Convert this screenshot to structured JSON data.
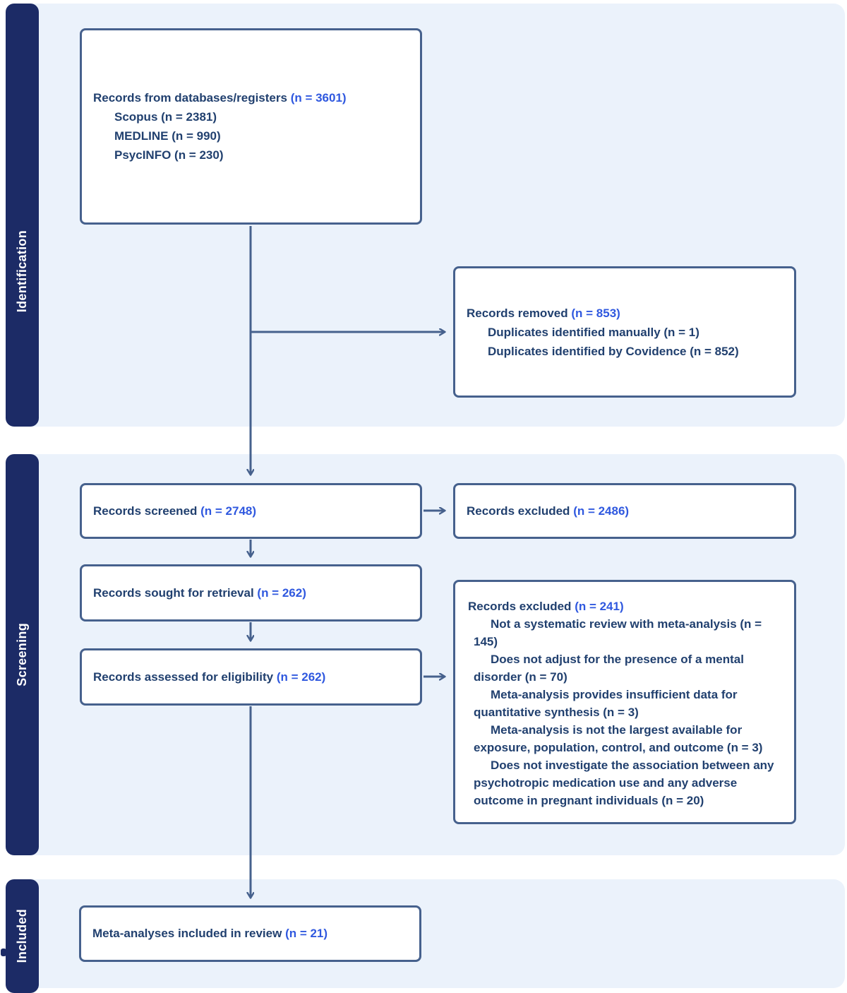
{
  "phases": {
    "identification": "Identification",
    "screening": "Screening",
    "included": "Included"
  },
  "boxes": {
    "databases": {
      "title": "Records from databases/registers",
      "count": "(n = 3601)",
      "items": [
        "Scopus (n = 2381)",
        "MEDLINE (n = 990)",
        "PsycINFO (n = 230)"
      ]
    },
    "removed": {
      "title": "Records removed",
      "count": "(n = 853)",
      "items": [
        "Duplicates identified manually (n = 1)",
        "Duplicates identified by Covidence (n = 852)"
      ]
    },
    "screened": {
      "title": "Records screened",
      "count": "(n = 2748)"
    },
    "excluded_screening": {
      "title": "Records excluded",
      "count": "(n = 2486)"
    },
    "retrieval": {
      "title": "Records sought for retrieval",
      "count": "(n = 262)"
    },
    "assessed": {
      "title": "Records assessed for eligibility",
      "count": "(n = 262)"
    },
    "excluded_eligibility": {
      "title": "Records excluded",
      "count": "(n = 241)",
      "items": [
        "Not a systematic review with meta-analysis (n = 145)",
        "Does not adjust for the presence of a mental disorder (n = 70)",
        "Meta-analysis provides insufficient data for quantitative synthesis (n = 3)",
        "Meta-analysis is not the largest available for exposure, population, control, and outcome (n = 3)",
        "Does not investigate the association between any psychotropic medication use and any adverse outcome in pregnant individuals (n = 20)"
      ]
    },
    "included_review": {
      "title": "Meta-analyses included in review",
      "count": "(n = 21)"
    }
  },
  "colors": {
    "navy": "#1c2b66",
    "band": "#ebf2fb",
    "border": "#46618d",
    "text": "#21406f",
    "accent": "#2f58df"
  }
}
